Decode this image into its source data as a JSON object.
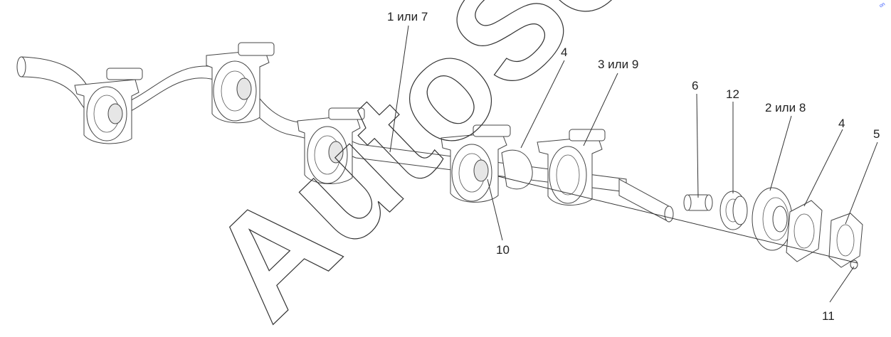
{
  "drawing": {
    "watermark": "AutoSoft",
    "corner_mark": "on"
  },
  "callouts": [
    {
      "id": "c1",
      "text": "1 или 7"
    },
    {
      "id": "c4a",
      "text": "4"
    },
    {
      "id": "c3",
      "text": "3 или 9"
    },
    {
      "id": "c6",
      "text": "6"
    },
    {
      "id": "c12",
      "text": "12"
    },
    {
      "id": "c2",
      "text": "2 или 8"
    },
    {
      "id": "c4b",
      "text": "4"
    },
    {
      "id": "c5",
      "text": "5"
    },
    {
      "id": "c10",
      "text": "10"
    },
    {
      "id": "c11",
      "text": "11"
    }
  ]
}
